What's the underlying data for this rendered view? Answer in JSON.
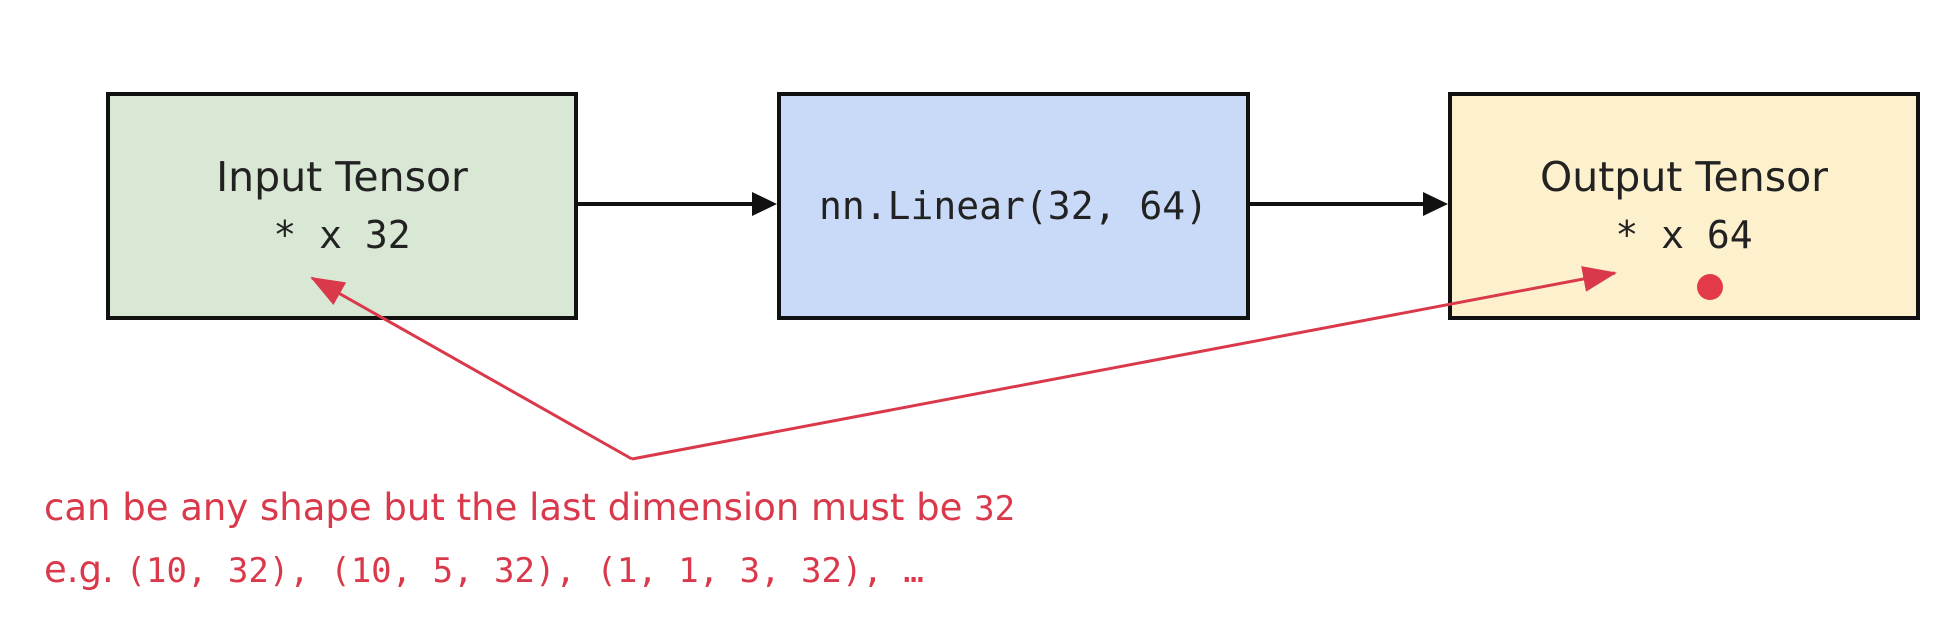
{
  "diagram": {
    "nodes": {
      "input": {
        "title": "Input Tensor",
        "shape": "* x 32",
        "fill": "#d9e8d4"
      },
      "linear": {
        "code": "nn.Linear(32, 64)",
        "fill": "#c9daf8"
      },
      "output": {
        "title": "Output Tensor",
        "shape": "* x 64",
        "fill": "#fdf0cd"
      }
    },
    "edges": [
      {
        "from": "input",
        "to": "linear"
      },
      {
        "from": "linear",
        "to": "output"
      }
    ],
    "annotation": {
      "line1_text": "can be any shape but the last dimension must be ",
      "line1_value": "32",
      "line2_prefix": "e.g. ",
      "line2_examples": "(10, 32), (10, 5, 32), (1, 1, 3, 32), …",
      "color": "#d9394b"
    },
    "colors": {
      "border": "#111111",
      "annotation": "#d9394b",
      "pointer_dot": "#e23a4a"
    }
  }
}
